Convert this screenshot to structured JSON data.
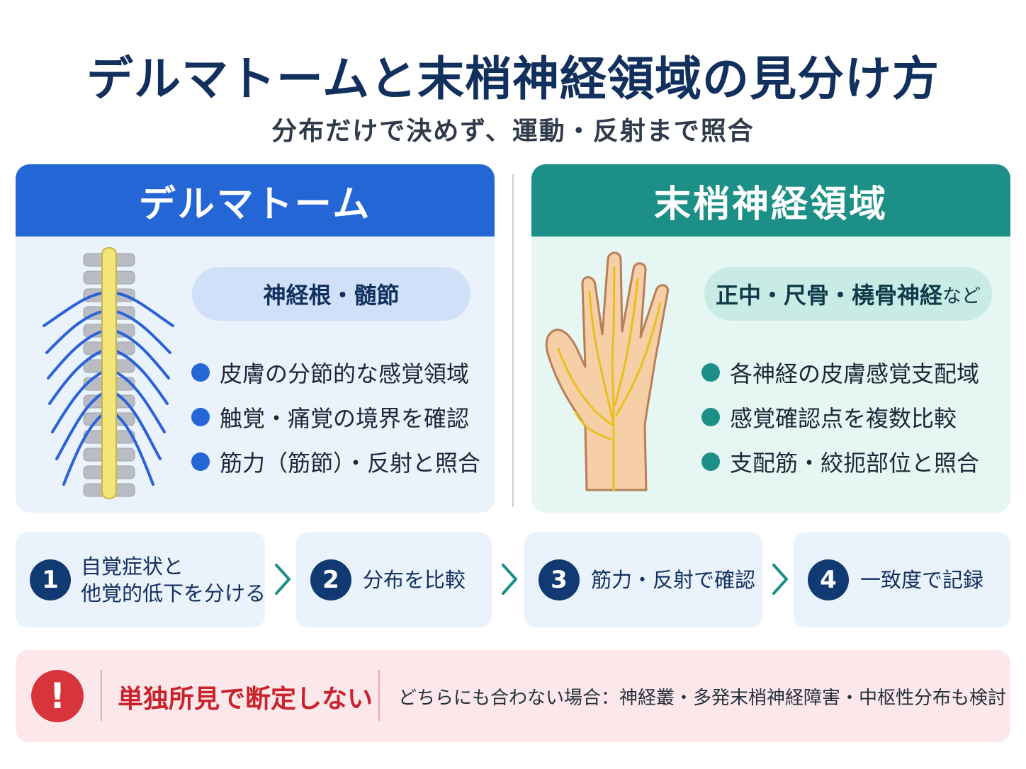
{
  "title": "デルマトームと末梢神経領域の見分け方",
  "subtitle": "分布だけで決めず、運動・反射まで照合",
  "left_panel": {
    "header": "デルマトーム",
    "pill": "神経根・髄節",
    "bullets": [
      "皮膚の分節的な感覚領域",
      "触覚・痛覚の境界を確認",
      "筋力（筋節）・反射と照合"
    ],
    "accent": "#2466d6"
  },
  "right_panel": {
    "header": "末梢神経領域",
    "pill_main": "正中・尺骨・橈骨神経",
    "pill_suffix": "など",
    "bullets": [
      "各神経の皮膚感覚支配域",
      "感覚確認点を複数比較",
      "支配筋・絞扼部位と照合"
    ],
    "accent": "#1c9087"
  },
  "steps": [
    {
      "num": "1",
      "line1": "自覚症状と",
      "line2": "他覚的低下を分ける"
    },
    {
      "num": "2",
      "line1": "分布を比較",
      "line2": ""
    },
    {
      "num": "3",
      "line1": "筋力・反射で確認",
      "line2": ""
    },
    {
      "num": "4",
      "line1": "一致度で記録",
      "line2": ""
    }
  ],
  "warning": {
    "icon": "!",
    "headline": "単独所見で断定しない",
    "detail": "どちらにも合わない場合：神経叢・多発末梢神経障害・中枢性分布も検討",
    "color": "#d8343c"
  },
  "icons": [
    "spine-icon",
    "hand-nerve-icon",
    "chevron-right-icon",
    "exclamation-icon"
  ]
}
